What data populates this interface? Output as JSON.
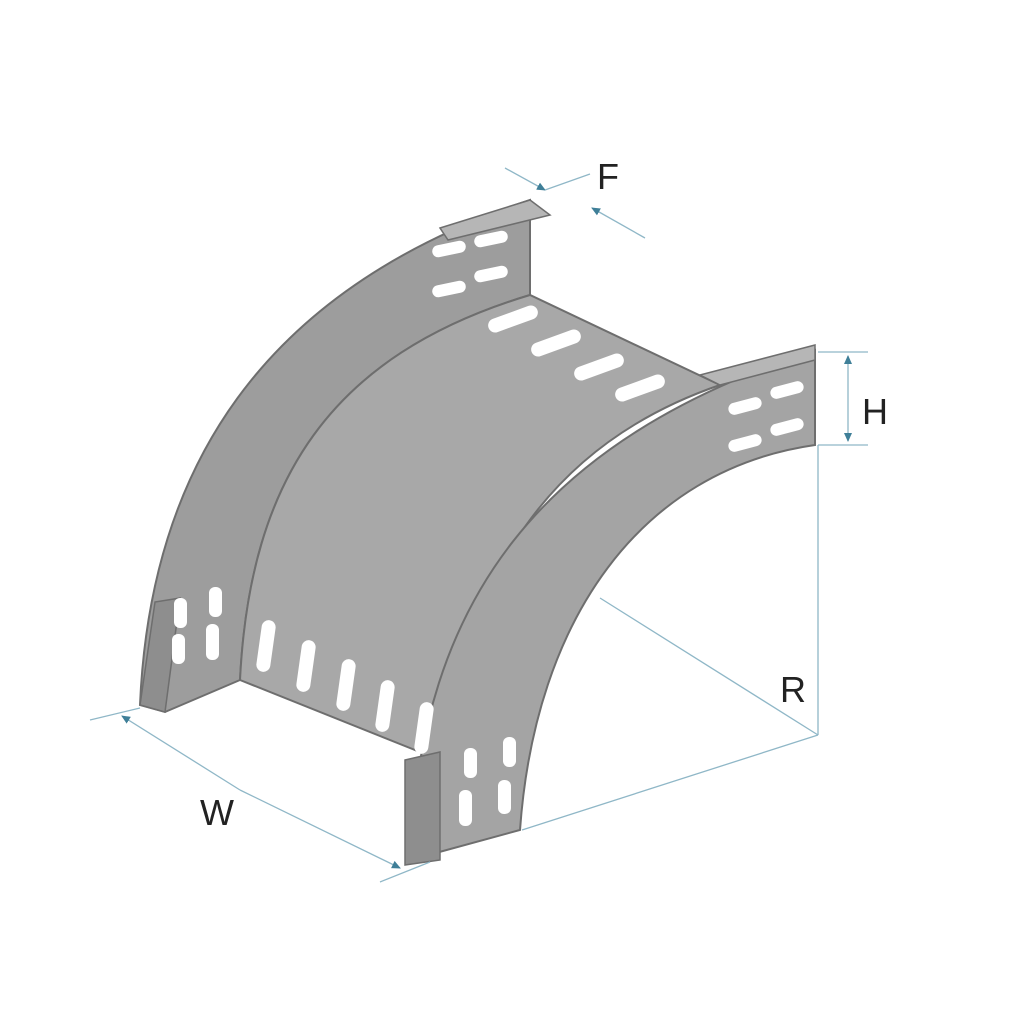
{
  "labels": {
    "flange_width": "F",
    "height": "H",
    "radius": "R",
    "width": "W"
  },
  "colors": {
    "panel_face": "#a2a2a2",
    "panel_side": "#bdbdbd",
    "panel_edge": "#6e6e6e",
    "slot": "#ffffff",
    "dimension_line": "#8fb7c7",
    "dimension_arrow": "#3f7f98",
    "label_text": "#222222"
  },
  "component": "vertical-bend-cable-tray-fitting"
}
